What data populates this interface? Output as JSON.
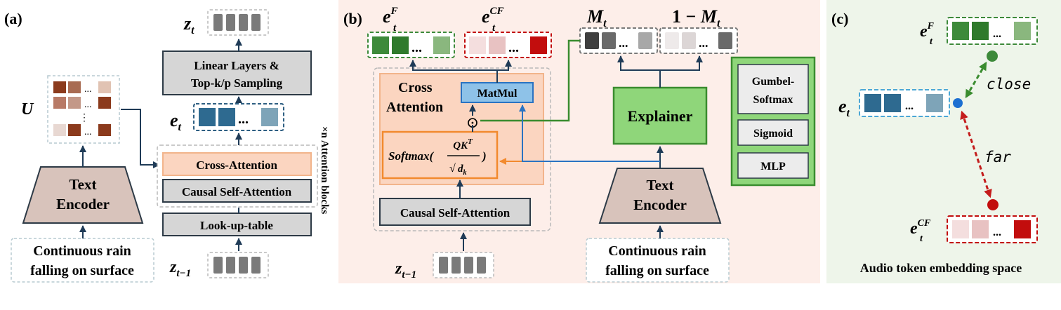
{
  "panel_a": {
    "label": "(a)",
    "text_encoder_line1": "Text",
    "text_encoder_line2": "Encoder",
    "prompt_line1": "Continuous rain",
    "prompt_line2": "falling on surface",
    "u_symbol": "U",
    "ellipsis": "...",
    "vdots": "⋮",
    "cross_attention": "Cross-Attention",
    "causal_self_attention": "Causal Self-Attention",
    "lookup_table": "Look-up-table",
    "linear_line1": "Linear Layers &",
    "linear_line2": "Top-k/p Sampling",
    "e_t_base": "e",
    "e_t_sub": "t",
    "z_t_base": "z",
    "z_t_sub": "t",
    "z_tm1_base": "z",
    "z_tm1_sub": "t−1",
    "attention_blocks_label": "×n Attention blocks"
  },
  "panel_b": {
    "label": "(b)",
    "eF_base": "e",
    "eF_sub": "t",
    "eF_sup": "F",
    "eCF_base": "e",
    "eCF_sub": "t",
    "eCF_sup": "CF",
    "Mt_base": "M",
    "Mt_sub": "t",
    "one_minus_prefix": "1 − ",
    "one_minus_base": "M",
    "one_minus_sub": "t",
    "cross_attn_line1": "Cross",
    "cross_attn_line2": "Attention",
    "matmul": "MatMul",
    "odot": "⊙",
    "softmax_prefix": "Softmax(",
    "softmax_num": "QK",
    "softmax_num_sup": "T",
    "softmax_den": "d",
    "softmax_den_sub": "k",
    "softmax_suffix": ")",
    "causal_self_attention": "Causal Self-Attention",
    "explainer": "Explainer",
    "gumbel_line1": "Gumbel-",
    "gumbel_line2": "Softmax",
    "sigmoid": "Sigmoid",
    "mlp": "MLP",
    "text_encoder_line1": "Text",
    "text_encoder_line2": "Encoder",
    "prompt_line1": "Continuous rain",
    "prompt_line2": "falling on surface",
    "z_tm1_base": "z",
    "z_tm1_sub": "t−1"
  },
  "panel_c": {
    "label": "(c)",
    "eF_base": "e",
    "eF_sub": "t",
    "eF_sup": "F",
    "et_base": "e",
    "et_sub": "t",
    "eCF_base": "e",
    "eCF_sub": "t",
    "eCF_sup": "CF",
    "close": "close",
    "far": "far",
    "caption": "Audio token embedding space",
    "ellipsis": "..."
  },
  "colors": {
    "panel_b_bg": "#fdeee9",
    "panel_c_bg": "#eef5ea",
    "orange_fill": "#fbd5c0",
    "orange_stroke": "#f29a4f",
    "green_fill": "#8fd67a",
    "green_stroke": "#3a8c2f",
    "blue_fill": "#8ec2e8",
    "blue_stroke": "#2a73c2",
    "factual_green": "#3d8a3a",
    "counterfactual_red": "#c20d0d",
    "embedding_blue": "#2c6a8e",
    "navy_arrow": "#1f3b57"
  }
}
